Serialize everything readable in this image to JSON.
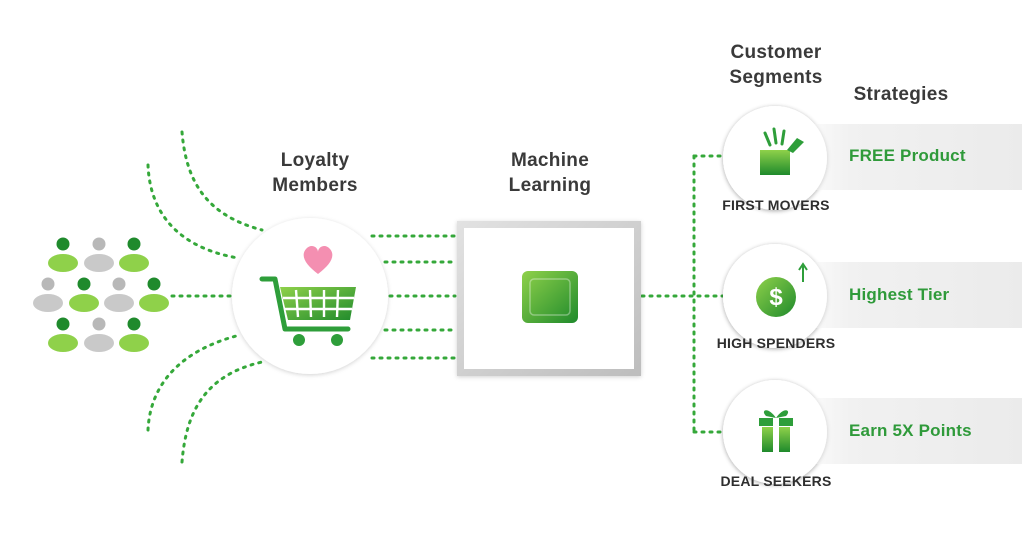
{
  "headings": {
    "loyalty_members": "Loyalty\nMembers",
    "machine_learning": "Machine\nLearning",
    "customer_segments": "Customer\nSegments",
    "strategies": "Strategies"
  },
  "segments": [
    {
      "label": "FIRST MOVERS",
      "strategy": "FREE Product",
      "icon": "box-open-icon"
    },
    {
      "label": "HIGH SPENDERS",
      "strategy": "Highest Tier",
      "icon": "dollar-up-icon"
    },
    {
      "label": "DEAL SEEKERS",
      "strategy": "Earn 5X Points",
      "icon": "gift-icon"
    }
  ],
  "colors": {
    "green_dark": "#1f8a2c",
    "green_light": "#8fd14a",
    "grey_person": "#b8b8b8",
    "heart": "#f48fb1",
    "heading": "#3a3a3a",
    "strategy_text": "#2f9a3a"
  },
  "icons": {
    "crowd": "people-crowd-icon",
    "cart": "shopping-cart-icon",
    "heart": "heart-icon",
    "chip": "chip-icon"
  }
}
